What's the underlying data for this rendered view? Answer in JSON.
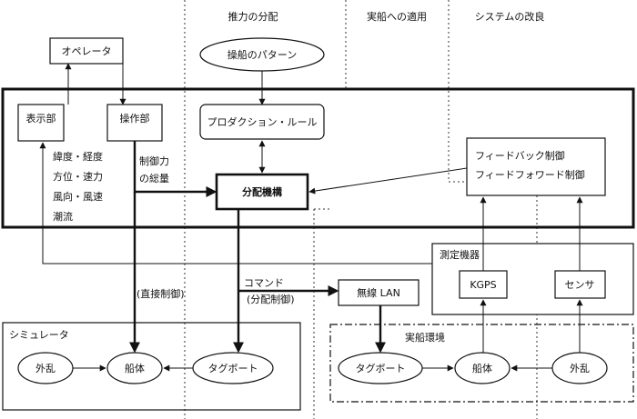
{
  "headers": {
    "thrust": "推力の分配",
    "real_ship": "実船への適用",
    "system": "システムの改良"
  },
  "operator": "オペレータ",
  "display_unit": "表示部",
  "operation_unit": "操作部",
  "maneuver_pattern": "操船のパターン",
  "production_rule": "プロダクション・ルール",
  "distributor": "分配機構",
  "feedback": {
    "line1": "フィードバック制御",
    "line2": "フィードフォワード制御"
  },
  "state_info": [
    "緯度・経度",
    "方位・速力",
    "風向・風速",
    "潮流"
  ],
  "control_force": [
    "制御力",
    "の総量"
  ],
  "direct_control": "(直接制御)",
  "command": "コマンド",
  "distributed_control": "(分配制御)",
  "wireless_lan": "無線 LAN",
  "measurement": "測定機器",
  "kgps": "KGPS",
  "sensor": "センサ",
  "simulator": {
    "title": "シミュレータ",
    "disturbance": "外乱",
    "hull": "船体",
    "tugboat": "タグボート"
  },
  "real_env": {
    "title": "実船環境",
    "tugboat": "タグボート",
    "hull": "船体",
    "disturbance": "外乱"
  }
}
